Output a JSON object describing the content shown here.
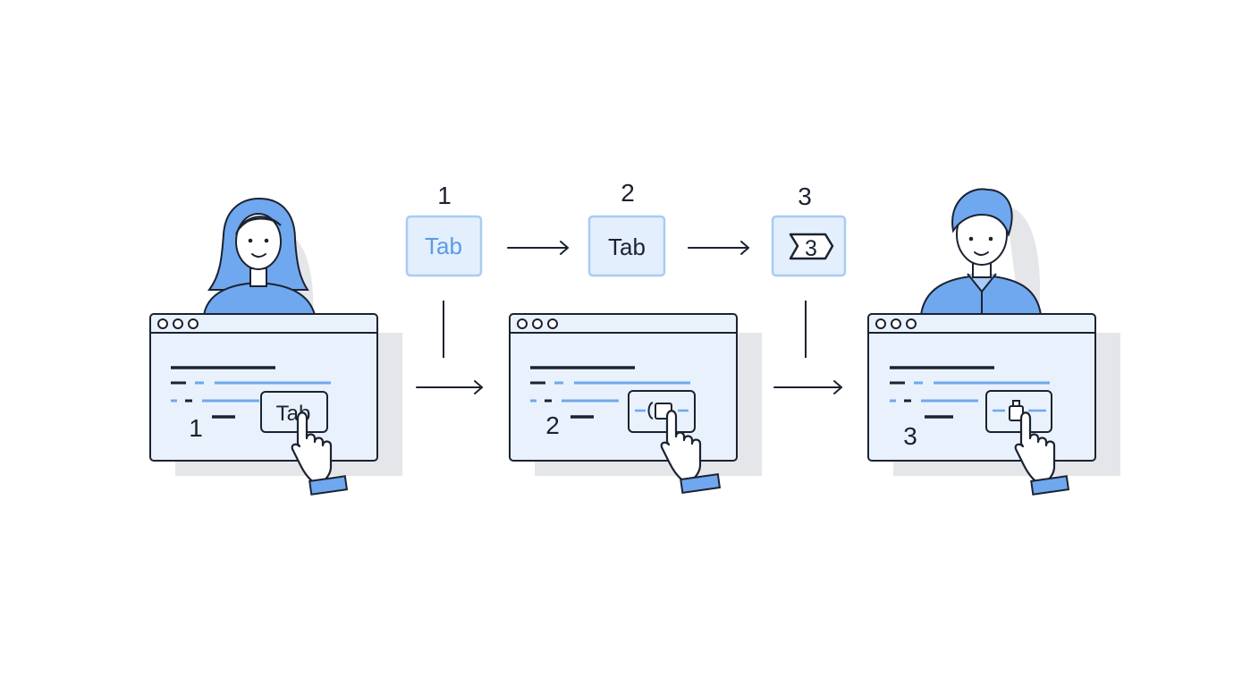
{
  "steps": [
    {
      "number": "1",
      "key_label": "Tab",
      "screen_number": "1",
      "screen_key_label": "Tab"
    },
    {
      "number": "2",
      "key_label": "Tab",
      "screen_number": "2",
      "screen_key_label": ""
    },
    {
      "number": "3",
      "key_label": "3",
      "screen_number": "3",
      "screen_key_label": ""
    }
  ],
  "colors": {
    "accent": "#6FA8EE",
    "accent_light": "#A9CBF5",
    "window_fill": "#E9F2FC",
    "key_fill": "#E3EFFC",
    "outline": "#1C2230",
    "shadow": "#E4E6EA"
  }
}
